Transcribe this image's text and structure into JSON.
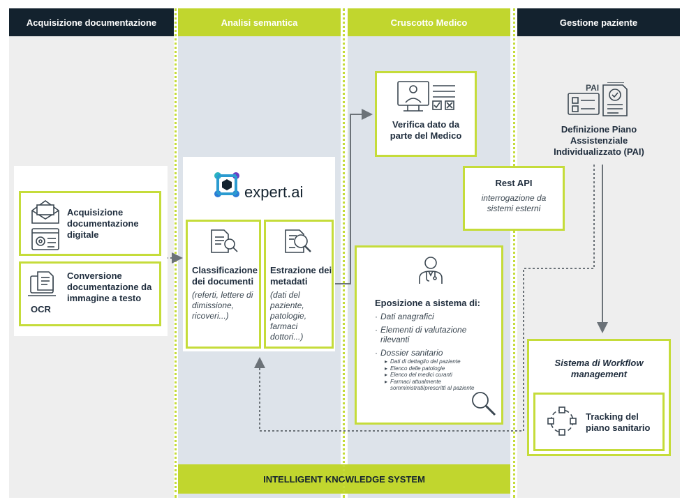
{
  "headers": {
    "col1": "Acquisizione documentazione",
    "col2": "Analisi semantica",
    "col3": "Cruscotto Medico",
    "col4": "Gestione paziente"
  },
  "acquisition": {
    "digital_title": "Acquisizione documentazione digitale",
    "conversion_title": "Conversione documentazione da immagine a testo",
    "ocr_label": "OCR"
  },
  "semantic": {
    "logo_text": "expert.ai",
    "classification_title": "Classificazione dei documenti",
    "classification_desc": "(referti, lettere di dimissione, ricoveri...)",
    "extraction_title": "Estrazione dei metadati",
    "extraction_desc": "(dati del paziente, patologie, farmaci dottori...)"
  },
  "dashboard": {
    "verify_title": "Verifica dato da parte del Medico",
    "rest_title": "Rest API",
    "rest_desc": "interrogazione da sistemi esterni",
    "exposure_title": "Eposizione a sistema di:",
    "exposure_items": [
      "Dati anagrafici",
      "Elementi di valutazione rilevanti",
      "Dossier sanitario"
    ],
    "dossier_subitems": [
      "Dati di dettaglio del paziente",
      "Elenco delle patologie",
      "Elenco del medici curanti",
      "Farmaci attualmente somministrati/prescritti al paziente"
    ]
  },
  "patient": {
    "pai_badge": "PAI",
    "pai_title": "Definizione Piano Assistenziale Individualizzato (PAI)",
    "workflow_title": "Sistema di Workflow management",
    "tracking_title": "Tracking del piano sanitario"
  },
  "footer": {
    "label": "INTELLIGENT KNOWLEDGE SYSTEM"
  },
  "colors": {
    "dark_header": "#13222e",
    "green_accent": "#c5dc3a",
    "gray_bg": "#eeeeee",
    "blue_bg": "#dde3ea"
  }
}
